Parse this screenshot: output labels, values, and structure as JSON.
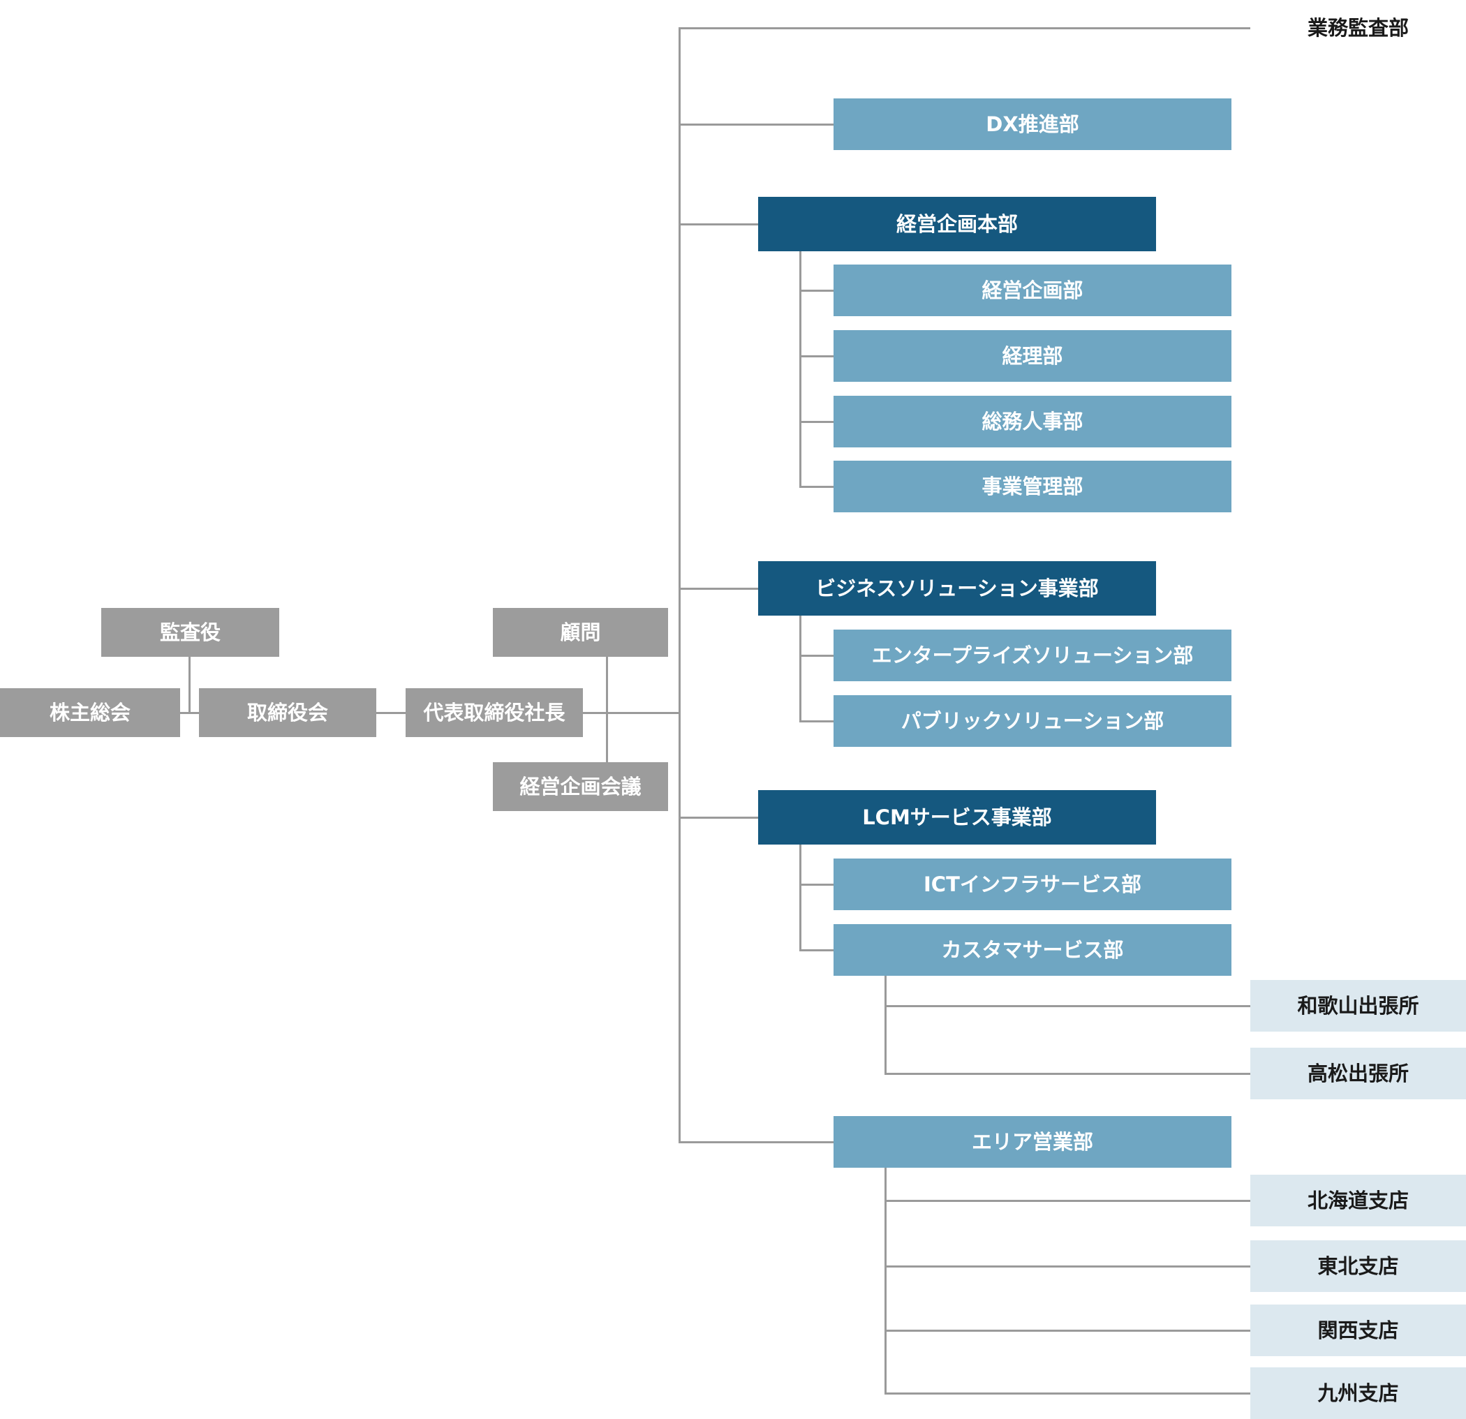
{
  "title": "組織図 (Organization Chart)",
  "colors": {
    "division_dark_blue": "#15587F",
    "department_mid_blue": "#6FA6C2",
    "branch_light_blue": "#DCE8EF",
    "governance_gray": "#9C9C9C",
    "connector_gray": "#9A9A9A",
    "audit_white": "#FFFFFF"
  },
  "nodes": {
    "shareholders": "株主総会",
    "auditors": "監査役",
    "board": "取締役会",
    "president": "代表取締役社長",
    "advisor": "顧問",
    "management_planning_meeting": "経営企画会議",
    "business_audit_dept": "業務監査部",
    "dx_promotion_dept": "DX推進部",
    "corporate_planning_hq": "経営企画本部",
    "corporate_planning_dept": "経営企画部",
    "accounting_dept": "経理部",
    "general_affairs_hr_dept": "総務人事部",
    "business_administration_dept": "事業管理部",
    "business_solution_div": "ビジネスソリューション事業部",
    "enterprise_solution_dept": "エンタープライズソリューション部",
    "public_solution_dept": "パブリックソリューション部",
    "lcm_service_div": "LCMサービス事業部",
    "ict_infra_service_dept": "ICTインフラサービス部",
    "customer_service_dept": "カスタマサービス部",
    "wakayama_branch_office": "和歌山出張所",
    "takamatsu_branch_office": "高松出張所",
    "area_sales_dept": "エリア営業部",
    "hokkaido_branch": "北海道支店",
    "tohoku_branch": "東北支店",
    "kansai_branch": "関西支店",
    "kyushu_branch": "九州支店"
  },
  "structure": {
    "chain": [
      "株主総会",
      "取締役会",
      "代表取締役社長"
    ],
    "attached_to_board": [
      "監査役"
    ],
    "attached_to_president": [
      "顧問",
      "経営企画会議"
    ],
    "president_direct_reports": [
      "業務監査部",
      "DX推進部",
      "経営企画本部",
      "ビジネスソリューション事業部",
      "LCMサービス事業部",
      "エリア営業部"
    ],
    "children_of_corporate_planning_hq": [
      "経営企画部",
      "経理部",
      "総務人事部",
      "事業管理部"
    ],
    "children_of_business_solution_div": [
      "エンタープライズソリューション部",
      "パブリックソリューション部"
    ],
    "children_of_lcm_service_div": [
      "ICTインフラサービス部",
      "カスタマサービス部"
    ],
    "children_of_customer_service_dept": [
      "和歌山出張所",
      "高松出張所"
    ],
    "children_of_area_sales_dept": [
      "北海道支店",
      "東北支店",
      "関西支店",
      "九州支店"
    ]
  }
}
